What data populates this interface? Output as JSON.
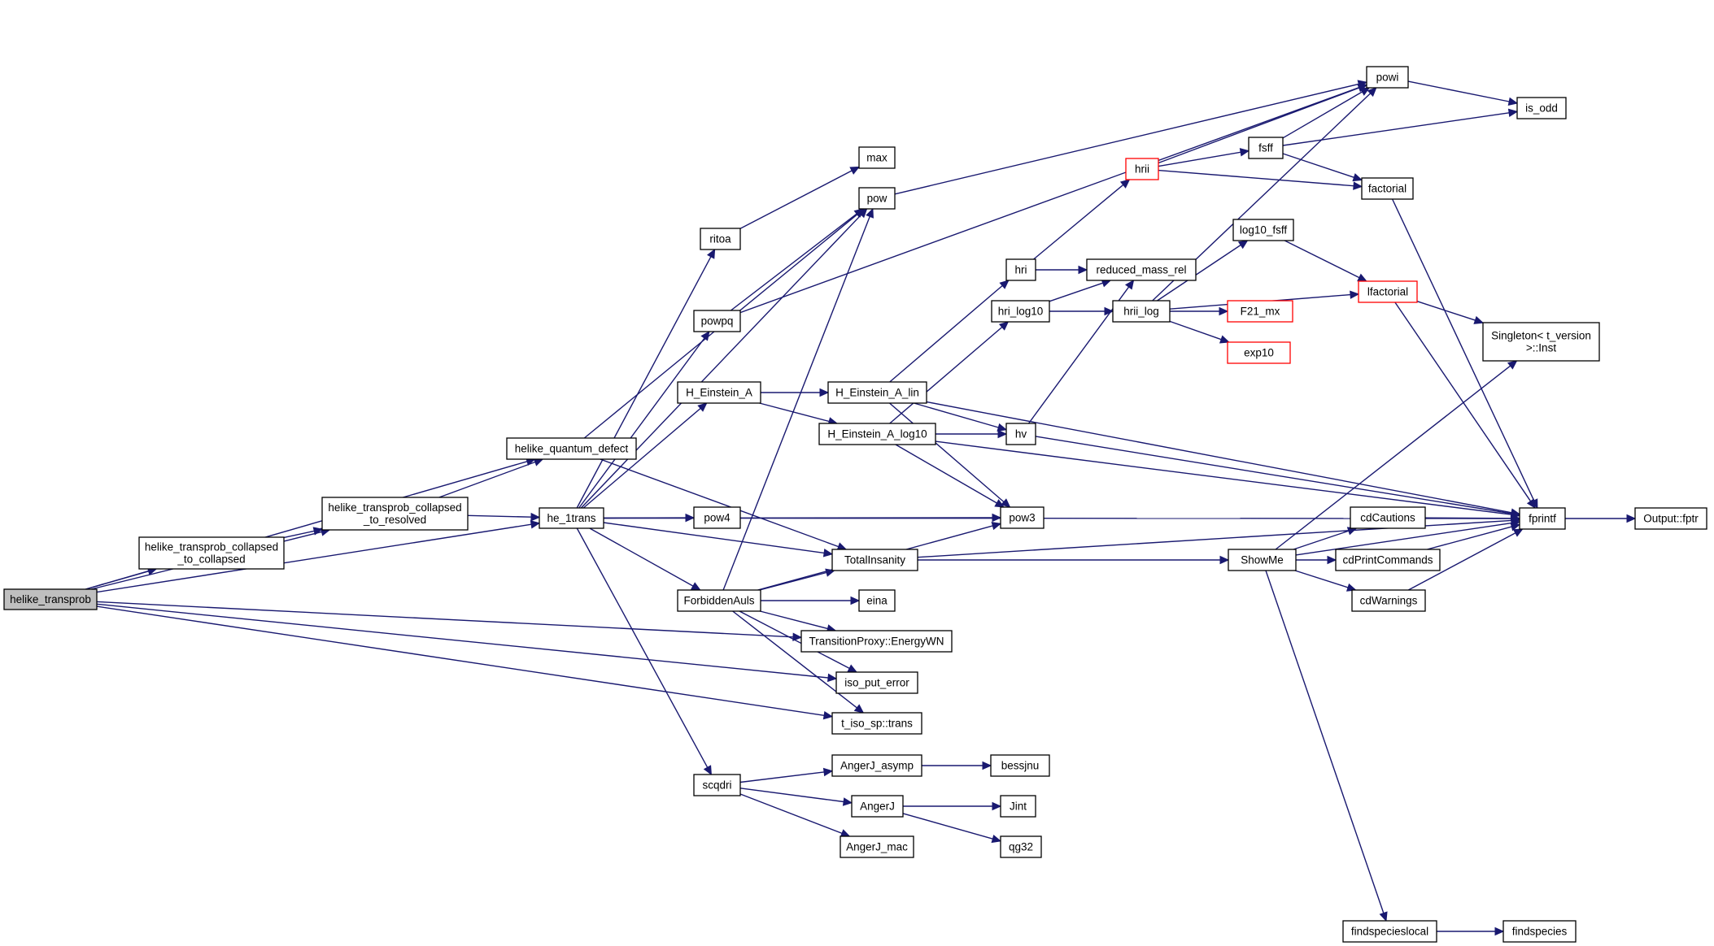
{
  "colors": {
    "edge": "#191970",
    "node_border": "#000000",
    "truncated_border": "#ff0000",
    "root_fill": "#bfbfbf",
    "node_fill": "#ffffff"
  },
  "nodes": [
    {
      "id": "helike_transprob",
      "lines": [
        "helike_transprob"
      ],
      "root": true
    },
    {
      "id": "helike_transprob_collapsed_to_collapsed",
      "lines": [
        "helike_transprob_collapsed",
        "_to_collapsed"
      ]
    },
    {
      "id": "helike_transprob_collapsed_to_resolved",
      "lines": [
        "helike_transprob_collapsed",
        "_to_resolved"
      ]
    },
    {
      "id": "helike_quantum_defect",
      "lines": [
        "helike_quantum_defect"
      ]
    },
    {
      "id": "he_1trans",
      "lines": [
        "he_1trans"
      ]
    },
    {
      "id": "ritoa",
      "lines": [
        "ritoa"
      ]
    },
    {
      "id": "powpq",
      "lines": [
        "powpq"
      ]
    },
    {
      "id": "H_Einstein_A",
      "lines": [
        "H_Einstein_A"
      ]
    },
    {
      "id": "pow4",
      "lines": [
        "pow4"
      ]
    },
    {
      "id": "ForbiddenAuls",
      "lines": [
        "ForbiddenAuls"
      ]
    },
    {
      "id": "scqdri",
      "lines": [
        "scqdri"
      ]
    },
    {
      "id": "max",
      "lines": [
        "max"
      ]
    },
    {
      "id": "pow",
      "lines": [
        "pow"
      ]
    },
    {
      "id": "H_Einstein_A_lin",
      "lines": [
        "H_Einstein_A_lin"
      ]
    },
    {
      "id": "H_Einstein_A_log10",
      "lines": [
        "H_Einstein_A_log10"
      ]
    },
    {
      "id": "TotalInsanity",
      "lines": [
        "TotalInsanity"
      ]
    },
    {
      "id": "eina",
      "lines": [
        "eina"
      ]
    },
    {
      "id": "EnergyWN",
      "lines": [
        "TransitionProxy::EnergyWN"
      ]
    },
    {
      "id": "iso_put_error",
      "lines": [
        "iso_put_error"
      ]
    },
    {
      "id": "trans",
      "lines": [
        "t_iso_sp::trans"
      ]
    },
    {
      "id": "AngerJ_asymp",
      "lines": [
        "AngerJ_asymp"
      ]
    },
    {
      "id": "AngerJ",
      "lines": [
        "AngerJ"
      ]
    },
    {
      "id": "AngerJ_mac",
      "lines": [
        "AngerJ_mac"
      ]
    },
    {
      "id": "hri",
      "lines": [
        "hri"
      ]
    },
    {
      "id": "hri_log10",
      "lines": [
        "hri_log10"
      ]
    },
    {
      "id": "hv",
      "lines": [
        "hv"
      ]
    },
    {
      "id": "pow3",
      "lines": [
        "pow3"
      ]
    },
    {
      "id": "bessjnu",
      "lines": [
        "bessjnu"
      ]
    },
    {
      "id": "Jint",
      "lines": [
        "Jint"
      ]
    },
    {
      "id": "qg32",
      "lines": [
        "qg32"
      ]
    },
    {
      "id": "hrii",
      "lines": [
        "hrii"
      ],
      "truncated": true
    },
    {
      "id": "reduced_mass_rel",
      "lines": [
        "reduced_mass_rel"
      ]
    },
    {
      "id": "hrii_log",
      "lines": [
        "hrii_log"
      ]
    },
    {
      "id": "log10_fsff",
      "lines": [
        "log10_fsff"
      ]
    },
    {
      "id": "F21_mx",
      "lines": [
        "F21_mx"
      ],
      "truncated": true
    },
    {
      "id": "exp10",
      "lines": [
        "exp10"
      ],
      "truncated": true
    },
    {
      "id": "ShowMe",
      "lines": [
        "ShowMe"
      ]
    },
    {
      "id": "fsff",
      "lines": [
        "fsff"
      ]
    },
    {
      "id": "powi",
      "lines": [
        "powi"
      ]
    },
    {
      "id": "factorial",
      "lines": [
        "factorial"
      ]
    },
    {
      "id": "lfactorial",
      "lines": [
        "lfactorial"
      ],
      "truncated": true
    },
    {
      "id": "cdCautions",
      "lines": [
        "cdCautions"
      ]
    },
    {
      "id": "cdPrintCommands",
      "lines": [
        "cdPrintCommands"
      ]
    },
    {
      "id": "cdWarnings",
      "lines": [
        "cdWarnings"
      ]
    },
    {
      "id": "findspecieslocal",
      "lines": [
        "findspecieslocal"
      ]
    },
    {
      "id": "findspecies",
      "lines": [
        "findspecies"
      ]
    },
    {
      "id": "is_odd",
      "lines": [
        "is_odd"
      ]
    },
    {
      "id": "Singleton",
      "lines": [
        "Singleton< t_version",
        ">::Inst"
      ]
    },
    {
      "id": "fprintf",
      "lines": [
        "fprintf"
      ]
    },
    {
      "id": "Output_fptr",
      "lines": [
        "Output::fptr"
      ]
    }
  ],
  "edges": [
    {
      "from": "helike_transprob",
      "to": "helike_quantum_defect"
    },
    {
      "from": "helike_transprob",
      "to": "helike_transprob_collapsed_to_resolved"
    },
    {
      "from": "helike_transprob",
      "to": "helike_transprob_collapsed_to_collapsed"
    },
    {
      "from": "helike_transprob",
      "to": "he_1trans"
    },
    {
      "from": "helike_transprob",
      "to": "EnergyWN"
    },
    {
      "from": "helike_transprob",
      "to": "iso_put_error"
    },
    {
      "from": "helike_transprob",
      "to": "trans"
    },
    {
      "from": "helike_transprob_collapsed_to_collapsed",
      "to": "helike_transprob_collapsed_to_resolved"
    },
    {
      "from": "helike_transprob_collapsed_to_resolved",
      "to": "helike_quantum_defect"
    },
    {
      "from": "helike_transprob_collapsed_to_resolved",
      "to": "he_1trans"
    },
    {
      "from": "helike_quantum_defect",
      "to": "pow"
    },
    {
      "from": "helike_quantum_defect",
      "to": "TotalInsanity"
    },
    {
      "from": "he_1trans",
      "to": "ritoa"
    },
    {
      "from": "he_1trans",
      "to": "pow"
    },
    {
      "from": "he_1trans",
      "to": "powpq"
    },
    {
      "from": "he_1trans",
      "to": "H_Einstein_A"
    },
    {
      "from": "he_1trans",
      "to": "pow4"
    },
    {
      "from": "he_1trans",
      "to": "pow3"
    },
    {
      "from": "he_1trans",
      "to": "TotalInsanity"
    },
    {
      "from": "he_1trans",
      "to": "ForbiddenAuls"
    },
    {
      "from": "he_1trans",
      "to": "scqdri"
    },
    {
      "from": "he_1trans",
      "to": "fprintf"
    },
    {
      "from": "ritoa",
      "to": "max"
    },
    {
      "from": "powpq",
      "to": "pow"
    },
    {
      "from": "powpq",
      "to": "powi"
    },
    {
      "from": "H_Einstein_A",
      "to": "H_Einstein_A_lin"
    },
    {
      "from": "H_Einstein_A",
      "to": "H_Einstein_A_log10"
    },
    {
      "from": "ForbiddenAuls",
      "to": "pow"
    },
    {
      "from": "ForbiddenAuls",
      "to": "pow3"
    },
    {
      "from": "ForbiddenAuls",
      "to": "TotalInsanity"
    },
    {
      "from": "ForbiddenAuls",
      "to": "eina"
    },
    {
      "from": "ForbiddenAuls",
      "to": "EnergyWN"
    },
    {
      "from": "ForbiddenAuls",
      "to": "iso_put_error"
    },
    {
      "from": "ForbiddenAuls",
      "to": "trans"
    },
    {
      "from": "pow",
      "to": "powi"
    },
    {
      "from": "H_Einstein_A_lin",
      "to": "hri"
    },
    {
      "from": "H_Einstein_A_lin",
      "to": "hv"
    },
    {
      "from": "H_Einstein_A_lin",
      "to": "pow3"
    },
    {
      "from": "H_Einstein_A_lin",
      "to": "fprintf"
    },
    {
      "from": "H_Einstein_A_log10",
      "to": "hri_log10"
    },
    {
      "from": "H_Einstein_A_log10",
      "to": "hv"
    },
    {
      "from": "H_Einstein_A_log10",
      "to": "pow3"
    },
    {
      "from": "H_Einstein_A_log10",
      "to": "fprintf"
    },
    {
      "from": "TotalInsanity",
      "to": "ShowMe"
    },
    {
      "from": "TotalInsanity",
      "to": "fprintf"
    },
    {
      "from": "scqdri",
      "to": "AngerJ_asymp"
    },
    {
      "from": "scqdri",
      "to": "AngerJ"
    },
    {
      "from": "scqdri",
      "to": "AngerJ_mac"
    },
    {
      "from": "AngerJ_asymp",
      "to": "bessjnu"
    },
    {
      "from": "AngerJ",
      "to": "Jint"
    },
    {
      "from": "AngerJ",
      "to": "qg32"
    },
    {
      "from": "hri",
      "to": "hrii"
    },
    {
      "from": "hri",
      "to": "reduced_mass_rel"
    },
    {
      "from": "hri_log10",
      "to": "reduced_mass_rel"
    },
    {
      "from": "hri_log10",
      "to": "hrii_log"
    },
    {
      "from": "hv",
      "to": "reduced_mass_rel"
    },
    {
      "from": "hv",
      "to": "fprintf"
    },
    {
      "from": "hrii",
      "to": "powi"
    },
    {
      "from": "hrii",
      "to": "fsff"
    },
    {
      "from": "hrii",
      "to": "factorial"
    },
    {
      "from": "hrii_log",
      "to": "powi"
    },
    {
      "from": "hrii_log",
      "to": "log10_fsff"
    },
    {
      "from": "hrii_log",
      "to": "lfactorial"
    },
    {
      "from": "hrii_log",
      "to": "F21_mx"
    },
    {
      "from": "hrii_log",
      "to": "exp10"
    },
    {
      "from": "log10_fsff",
      "to": "lfactorial"
    },
    {
      "from": "fsff",
      "to": "powi"
    },
    {
      "from": "fsff",
      "to": "is_odd"
    },
    {
      "from": "fsff",
      "to": "factorial"
    },
    {
      "from": "powi",
      "to": "is_odd"
    },
    {
      "from": "factorial",
      "to": "fprintf"
    },
    {
      "from": "lfactorial",
      "to": "Singleton"
    },
    {
      "from": "lfactorial",
      "to": "fprintf"
    },
    {
      "from": "ShowMe",
      "to": "Singleton"
    },
    {
      "from": "ShowMe",
      "to": "cdCautions"
    },
    {
      "from": "ShowMe",
      "to": "cdPrintCommands"
    },
    {
      "from": "ShowMe",
      "to": "cdWarnings"
    },
    {
      "from": "ShowMe",
      "to": "fprintf"
    },
    {
      "from": "ShowMe",
      "to": "findspecieslocal"
    },
    {
      "from": "cdCautions",
      "to": "fprintf"
    },
    {
      "from": "cdPrintCommands",
      "to": "fprintf"
    },
    {
      "from": "cdWarnings",
      "to": "fprintf"
    },
    {
      "from": "findspecieslocal",
      "to": "findspecies"
    },
    {
      "from": "fprintf",
      "to": "Output_fptr"
    }
  ]
}
